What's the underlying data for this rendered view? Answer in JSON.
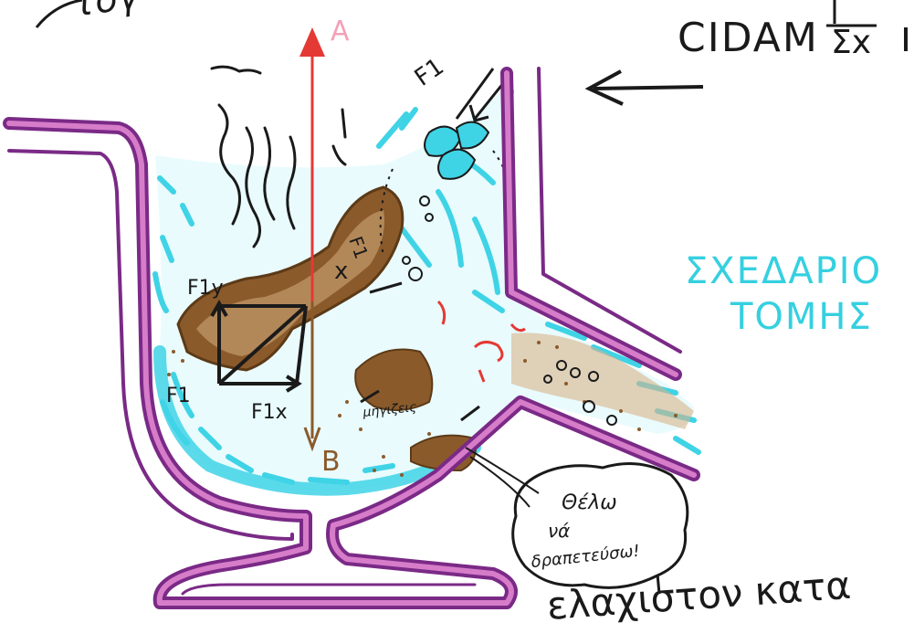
{
  "annotations": {
    "top_left_scrawl": "τογ",
    "top_right_line1": "CIDAM",
    "top_right_line2": "Σx",
    "force_label_f1_top": "F1",
    "point_a": "A",
    "point_b": "B",
    "label_f1y": "F1y",
    "label_f1": "F1",
    "label_f1x": "F1x",
    "label_f1_mid": "F1",
    "label_cross_x": "x",
    "label_mygizeis": "μηγιζεις",
    "section_label_line1": "ΣΧΕΔΑΡΙΟ",
    "section_label_line2": "ΤΟΜΗΣ",
    "bubble_line1": "Θέλω",
    "bubble_line2": "νά",
    "bubble_line3": "δραπετεύσω!",
    "bottom_text": "ελαχιστον κατα"
  },
  "colors": {
    "vessel_outline": "#a23c9c",
    "vessel_inner": "#d67cc9",
    "water": "#3fd3e6",
    "sediment": "#8b5a2b",
    "sediment_light": "#b57a45",
    "ink": "#1a1a1a",
    "force_arrow": "#e53935",
    "section_label": "#35d0e0",
    "speech_outline": "#1a1a1a"
  },
  "icons": {
    "pointer": "arrow-left-icon",
    "bubble": "speech-bubble-icon"
  }
}
